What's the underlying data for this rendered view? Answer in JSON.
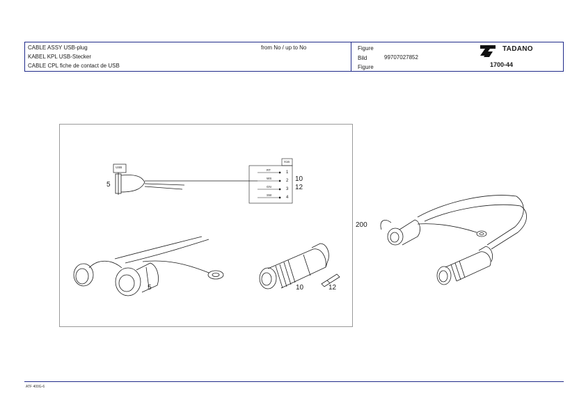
{
  "header": {
    "desc_en": "CABLE ASSY USB-plug",
    "desc_de": "KABEL KPL USB-Stecker",
    "desc_fr": "CABLE CPL fiche de contact de USB",
    "validity": "from No / up to No",
    "figure_label_1": "Figure",
    "bild_label": "Bild",
    "figure_label_2": "Figure",
    "part_number": "99707027852",
    "brand": "TADANO",
    "page_ref": "1700-44"
  },
  "schematic": {
    "connector_left": "USB",
    "connector_right": "X16",
    "left_item": "5",
    "wires": [
      {
        "color": "RT",
        "pin": "1"
      },
      {
        "color": "WS",
        "pin": "2"
      },
      {
        "color": "GN",
        "pin": "3"
      },
      {
        "color": "SW",
        "pin": "4"
      }
    ],
    "item_10": "10",
    "item_12": "12"
  },
  "parts": {
    "socket_item": "5",
    "plug_item": "10",
    "ferrule_item": "12",
    "assembly_item": "200"
  },
  "footer": {
    "doc_code": "ATF 400G-6"
  },
  "colors": {
    "frame_blue": "#1f2a8a",
    "line": "#1a1a1a"
  }
}
